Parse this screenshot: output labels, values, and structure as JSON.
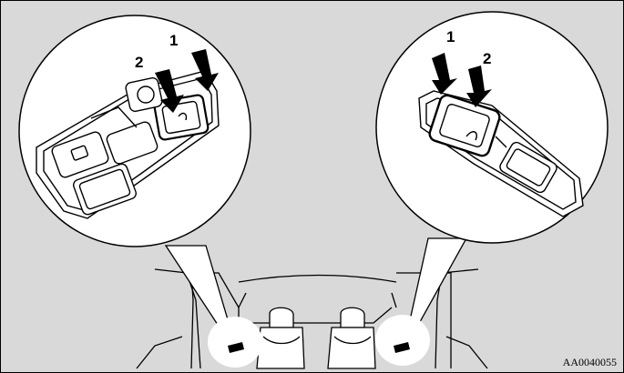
{
  "figure": {
    "reference_code": "AA0040055",
    "left_callout": {
      "label_1": "1",
      "label_2": "2"
    },
    "right_callout": {
      "label_1": "1",
      "label_2": "2"
    }
  },
  "colors": {
    "background": "#d9d9d9",
    "callout_fill": "#ffffff",
    "line": "#000000",
    "arrow": "#000000"
  }
}
